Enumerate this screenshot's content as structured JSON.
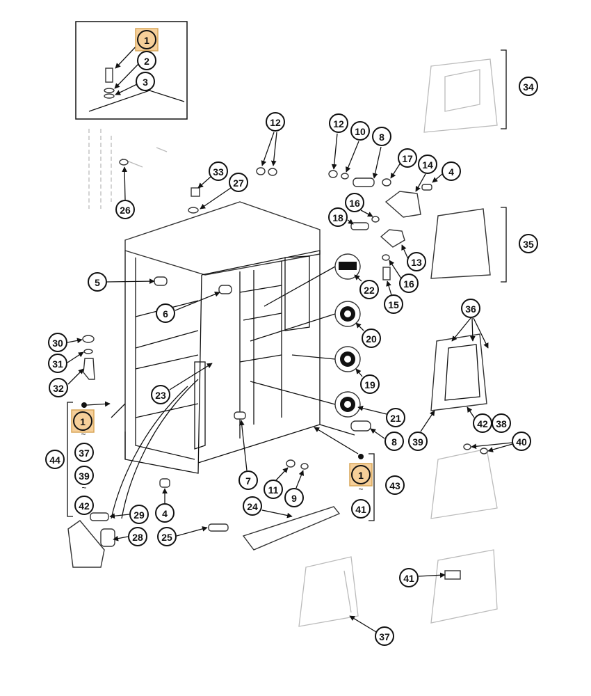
{
  "diagram": {
    "highlight_color": "#f6cf99",
    "callouts": {
      "inset_1": "1",
      "inset_2": "2",
      "inset_3": "3",
      "c12a": "12",
      "c12b": "12",
      "c10": "10",
      "c8a": "8",
      "c17": "17",
      "c14": "14",
      "c4a": "4",
      "c33": "33",
      "c27": "27",
      "c26": "26",
      "c16a": "16",
      "c18": "18",
      "c13": "13",
      "c16b": "16",
      "c15": "15",
      "c22": "22",
      "c20": "20",
      "c19": "19",
      "c21": "21",
      "c5": "5",
      "c6": "6",
      "c30": "30",
      "c31": "31",
      "c32": "32",
      "c23": "23",
      "g44_1": "1",
      "g44_37": "37",
      "g44_39": "39",
      "g44_42": "42",
      "c44": "44",
      "c8b": "8",
      "c7": "7",
      "c11": "11",
      "c9": "9",
      "g43_1": "1",
      "g43_41": "41",
      "c43": "43",
      "c4b": "4",
      "c29": "29",
      "c28": "28",
      "c24": "24",
      "c25": "25",
      "c34": "34",
      "c35": "35",
      "c36": "36",
      "c42": "42",
      "c38": "38",
      "c39": "39",
      "c40": "40",
      "c41": "41",
      "c37": "37"
    },
    "range_mark": "~"
  }
}
